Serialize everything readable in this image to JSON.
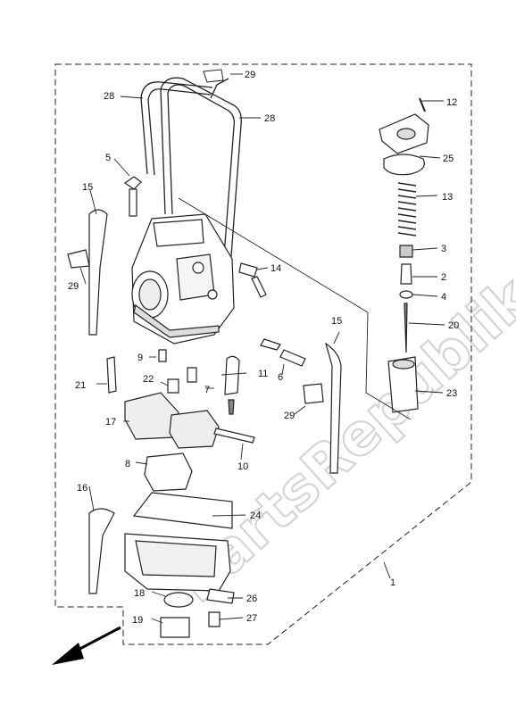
{
  "watermark": "PartsRepublik",
  "callouts": [
    {
      "id": "c1",
      "text": "1"
    },
    {
      "id": "c2",
      "text": "2"
    },
    {
      "id": "c3",
      "text": "3"
    },
    {
      "id": "c4",
      "text": "4"
    },
    {
      "id": "c5",
      "text": "5"
    },
    {
      "id": "c6",
      "text": "6"
    },
    {
      "id": "c7",
      "text": "7"
    },
    {
      "id": "c8",
      "text": "8"
    },
    {
      "id": "c9",
      "text": "9"
    },
    {
      "id": "c10",
      "text": "10"
    },
    {
      "id": "c11",
      "text": "11"
    },
    {
      "id": "c12",
      "text": "12"
    },
    {
      "id": "c13",
      "text": "13"
    },
    {
      "id": "c14",
      "text": "14"
    },
    {
      "id": "c15a",
      "text": "15"
    },
    {
      "id": "c15b",
      "text": "15"
    },
    {
      "id": "c16",
      "text": "16"
    },
    {
      "id": "c17",
      "text": "17"
    },
    {
      "id": "c18",
      "text": "18"
    },
    {
      "id": "c19",
      "text": "19"
    },
    {
      "id": "c20",
      "text": "20"
    },
    {
      "id": "c21",
      "text": "21"
    },
    {
      "id": "c22",
      "text": "22"
    },
    {
      "id": "c23",
      "text": "23"
    },
    {
      "id": "c24",
      "text": "24"
    },
    {
      "id": "c25",
      "text": "25"
    },
    {
      "id": "c26",
      "text": "26"
    },
    {
      "id": "c27",
      "text": "27"
    },
    {
      "id": "c28a",
      "text": "28"
    },
    {
      "id": "c28b",
      "text": "28"
    },
    {
      "id": "c29a",
      "text": "29"
    },
    {
      "id": "c29b",
      "text": "29"
    },
    {
      "id": "c29c",
      "text": "29"
    }
  ]
}
